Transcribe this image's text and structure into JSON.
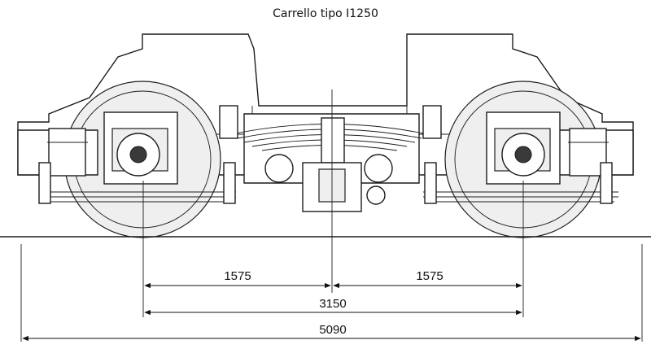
{
  "title": "Carrello tipo I1250",
  "dimensions": {
    "left_half": "1575",
    "right_half": "1575",
    "wheelbase": "3150",
    "overall": "5090"
  }
}
